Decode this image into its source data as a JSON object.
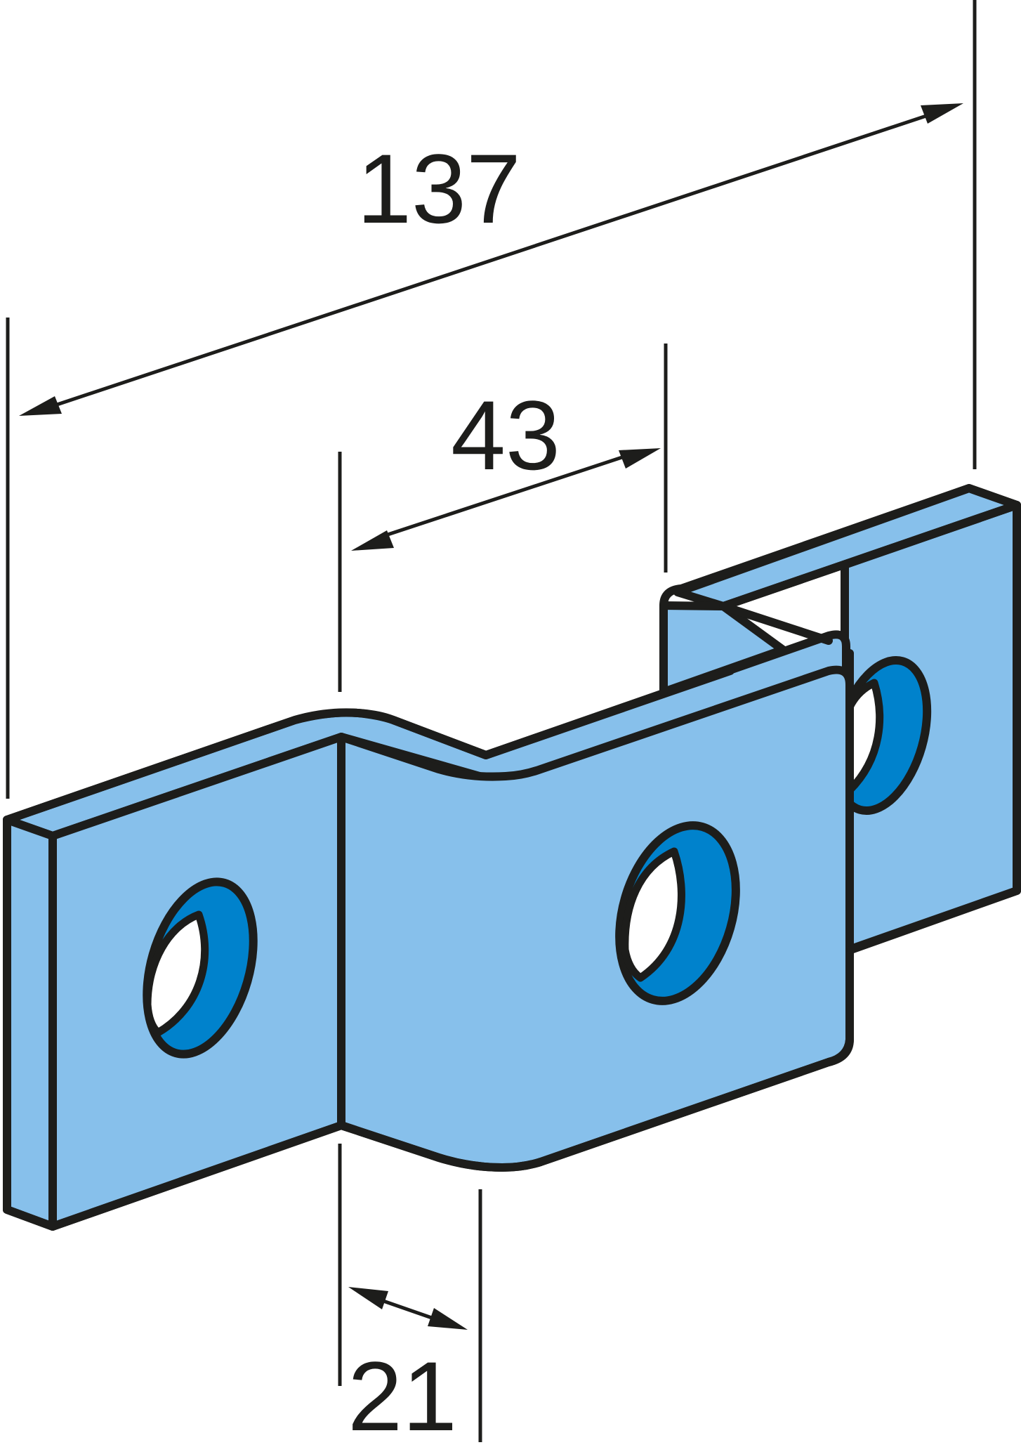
{
  "dimensions": {
    "overall_length": "137",
    "hole_spacing": "43",
    "flange_offset": "21"
  },
  "colors": {
    "part_face": "#87c0eb",
    "hole_shadow": "#0082cc",
    "hole_opening": "#ffffff",
    "outline": "#1d1d1b"
  }
}
